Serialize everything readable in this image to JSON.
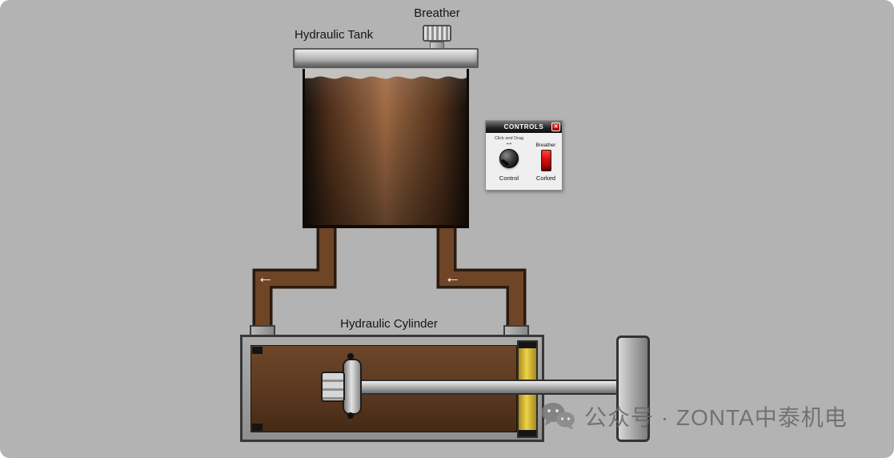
{
  "labels": {
    "breather": "Breather",
    "tank": "Hydraulic Tank",
    "cylinder": "Hydraulic Cylinder"
  },
  "controls_panel": {
    "title": "CONTROLS",
    "hint": "Click and Drag",
    "knob_label": "Control",
    "toggle_label": "Breather",
    "toggle_state": "Corked"
  },
  "icons": {
    "close": "✕",
    "drag_arrow": "↔",
    "flow_arrow": "←"
  },
  "watermark": {
    "text": "公众号 · ZONTA中泰机电"
  },
  "colors": {
    "background": "#b3b3b3",
    "tank_fluid": "#8a5c3a",
    "pipe": "#6e4527",
    "pipe_outline": "#2b1a0d",
    "cylinder_fluid": "#5a3820",
    "gland_yellow": "#ecd34b",
    "toggle_red": "#e01010",
    "close_red": "#bb1111"
  }
}
